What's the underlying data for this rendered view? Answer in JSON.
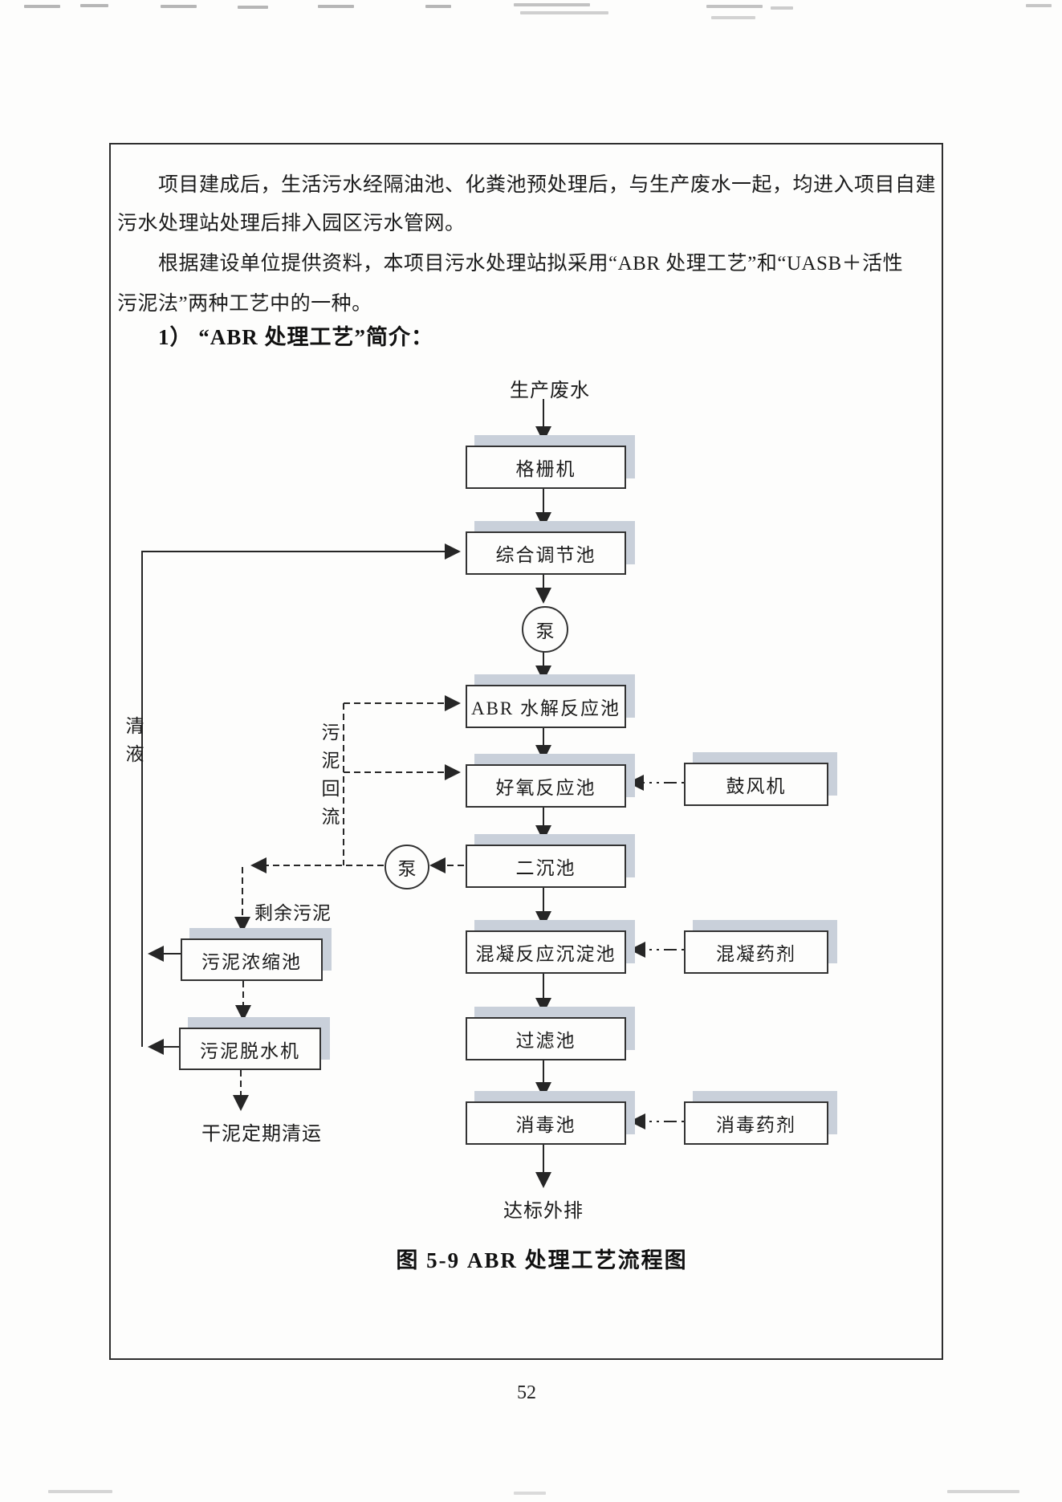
{
  "page": {
    "paragraph1_line1": "项目建成后，生活污水经隔油池、化粪池预处理后，与生产废水一起，均进入项目自建",
    "paragraph1_line2": "污水处理站处理后排入园区污水管网。",
    "paragraph2_line1": "根据建设单位提供资料，本项目污水处理站拟采用“ABR 处理工艺”和“UASB＋活性",
    "paragraph2_line2": "污泥法”两种工艺中的一种。",
    "heading": "1） “ABR 处理工艺”简介：",
    "caption": "图 5-9   ABR 处理工艺流程图",
    "page_number": "52"
  },
  "flowchart": {
    "source_label": "生产废水",
    "outfall_label": "达标外排",
    "pump_label": "泵",
    "main_nodes": [
      "格栅机",
      "综合调节池",
      "ABR 水解反应池",
      "好氧反应池",
      "二沉池",
      "混凝反应沉淀池",
      "过滤池",
      "消毒池"
    ],
    "side_nodes": [
      "鼓风机",
      "混凝药剂",
      "消毒药剂"
    ],
    "sludge_nodes": [
      "污泥浓缩池",
      "污泥脱水机"
    ],
    "labels": {
      "clear_liquid": "清液",
      "sludge_return": "污泥回流",
      "excess_sludge": "剩余污泥",
      "dry_sludge_note": "干泥定期清运"
    }
  },
  "colors": {
    "box_shadow": "#c9d0da",
    "line": "#262626",
    "border": "#2e2e2e",
    "paper": "#fdfdfc"
  }
}
